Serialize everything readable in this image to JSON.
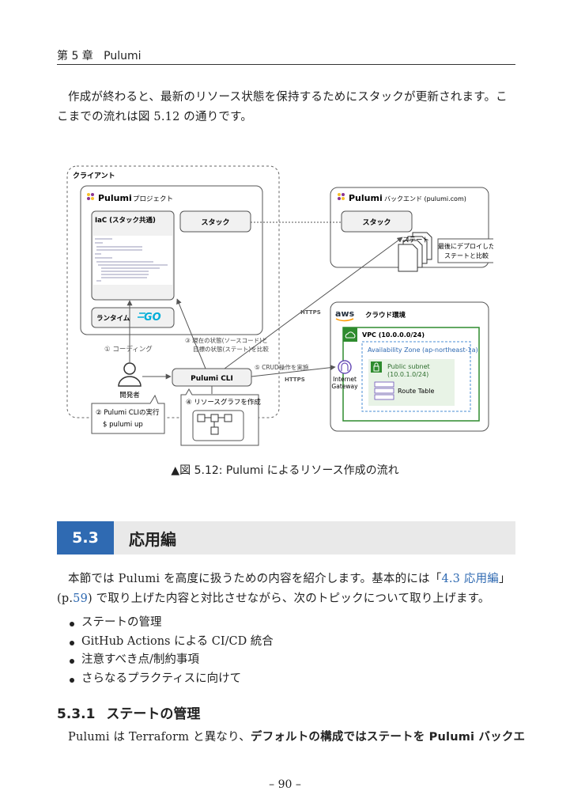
{
  "header": {
    "chapter": "第 5 章",
    "title": "Pulumi"
  },
  "intro_paragraph": "作成が終わると、最新のリソース状態を保持するためにスタックが更新されます。ここまでの流れは図 5.12 の通りです。",
  "figure": {
    "client_label": "クライアント",
    "project_brand": "Pulumi",
    "project_label": "プロジェクト",
    "iac_label": "IaC (スタック共通)",
    "stack_label": "スタック",
    "runtime_label": "ランタイム",
    "runtime_go": "GO",
    "backend_brand": "Pulumi",
    "backend_label": "バックエンド (pulumi.com)",
    "backend_stack_label": "スタック",
    "state_label": "ステート",
    "compare_label_1": "最後にデプロイした",
    "compare_label_2": "ステートと比較",
    "aws_logo": "aws",
    "cloud_label": "クラウド環境",
    "vpc_label": "VPC (10.0.0.0/24)",
    "az_label": "Availability Zone (ap-northeast-1a)",
    "subnet_label_1": "Public subnet",
    "subnet_label_2": "(10.0.1.0/24)",
    "route_table_label": "Route Table",
    "igw_label_1": "Internet",
    "igw_label_2": "Gateway",
    "https_upper": "HTTPS",
    "https_lower": "HTTPS",
    "step1": "① コーディング",
    "step2": "② Pulumi CLIの実行",
    "step2_cmd": "$ pulumi up",
    "step3_line1": "③ 現在の状態(ソースコード)と",
    "step3_line2": "目標の状態(ステート)を比較",
    "step4": "④ リソースグラフを作成",
    "step5": "⑤ CRUD操作を実施",
    "cli_label": "Pulumi CLI",
    "developer_label": "開発者",
    "colors": {
      "pulumi_purple": "#8a3391",
      "pulumi_yellow": "#f7bf2a",
      "aws_green": "#2e8b2e",
      "az_blue": "#4a8ed6",
      "go_blue": "#00add8"
    }
  },
  "caption": "▲図 5.12: Pulumi によるリソース作成の流れ",
  "section": {
    "number": "5.3",
    "title": "応用編"
  },
  "section_intro": {
    "part1": "本節では Pulumi を高度に扱うための内容を紹介します。基本的には「",
    "link_text": "4.3 応用編",
    "part2": "」(p.",
    "link_page": "59",
    "part3": ") で取り上げた内容と対比させながら、次のトピックについて取り上げます。"
  },
  "topics": [
    "ステートの管理",
    "GitHub Actions による CI/CD 統合",
    "注意すべき点/制約事項",
    "さらなるプラクティスに向けて"
  ],
  "subsection": {
    "number": "5.3.1",
    "title": "ステートの管理"
  },
  "subsection_para": {
    "normal": "Pulumi は Terraform と異なり、",
    "bold": "デフォルトの構成ではステートを Pulumi バックエ"
  },
  "page_number": "– 90 –"
}
